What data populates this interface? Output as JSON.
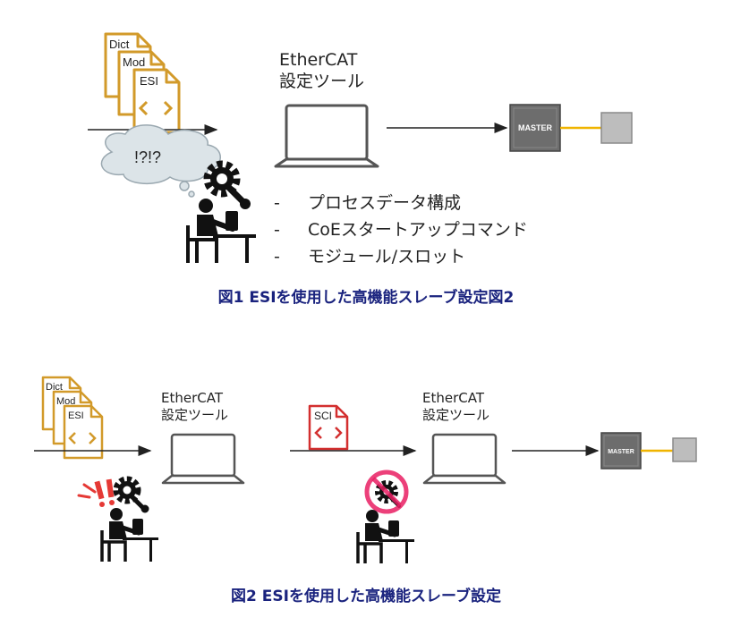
{
  "figure1": {
    "files": [
      "Dict",
      "Mod",
      "ESI"
    ],
    "tool_title_line1": "EtherCAT",
    "tool_title_line2": "設定ツール",
    "bubble_text": "!?!?",
    "bullets": [
      "プロセスデータ構成",
      "CoEスタートアップコマンド",
      "モジュール/スロット"
    ],
    "bullet_dash": "-",
    "master_label": "MASTER",
    "caption": "図1 ESIを使用した高機能スレーブ設定図2"
  },
  "figure2": {
    "files": [
      "Dict",
      "Mod",
      "ESI"
    ],
    "tool1_title_line1": "EtherCAT",
    "tool1_title_line2": "設定ツール",
    "sci_label": "SCI",
    "tool2_title_line1": "EtherCAT",
    "tool2_title_line2": "設定ツール",
    "master_label": "MASTER",
    "caption": "図2 ESIを使用した高機能スレーブ設定"
  },
  "colors": {
    "file_orange": "#d29a2a",
    "sci_red": "#d32f2f",
    "master_gray": "#6d6d6d",
    "slave_gray": "#bdbdbd",
    "cable_yellow": "#f0b400",
    "alert_red": "#e53935",
    "forbidden_pink": "#e91e63",
    "caption_navy": "#1a237e"
  }
}
